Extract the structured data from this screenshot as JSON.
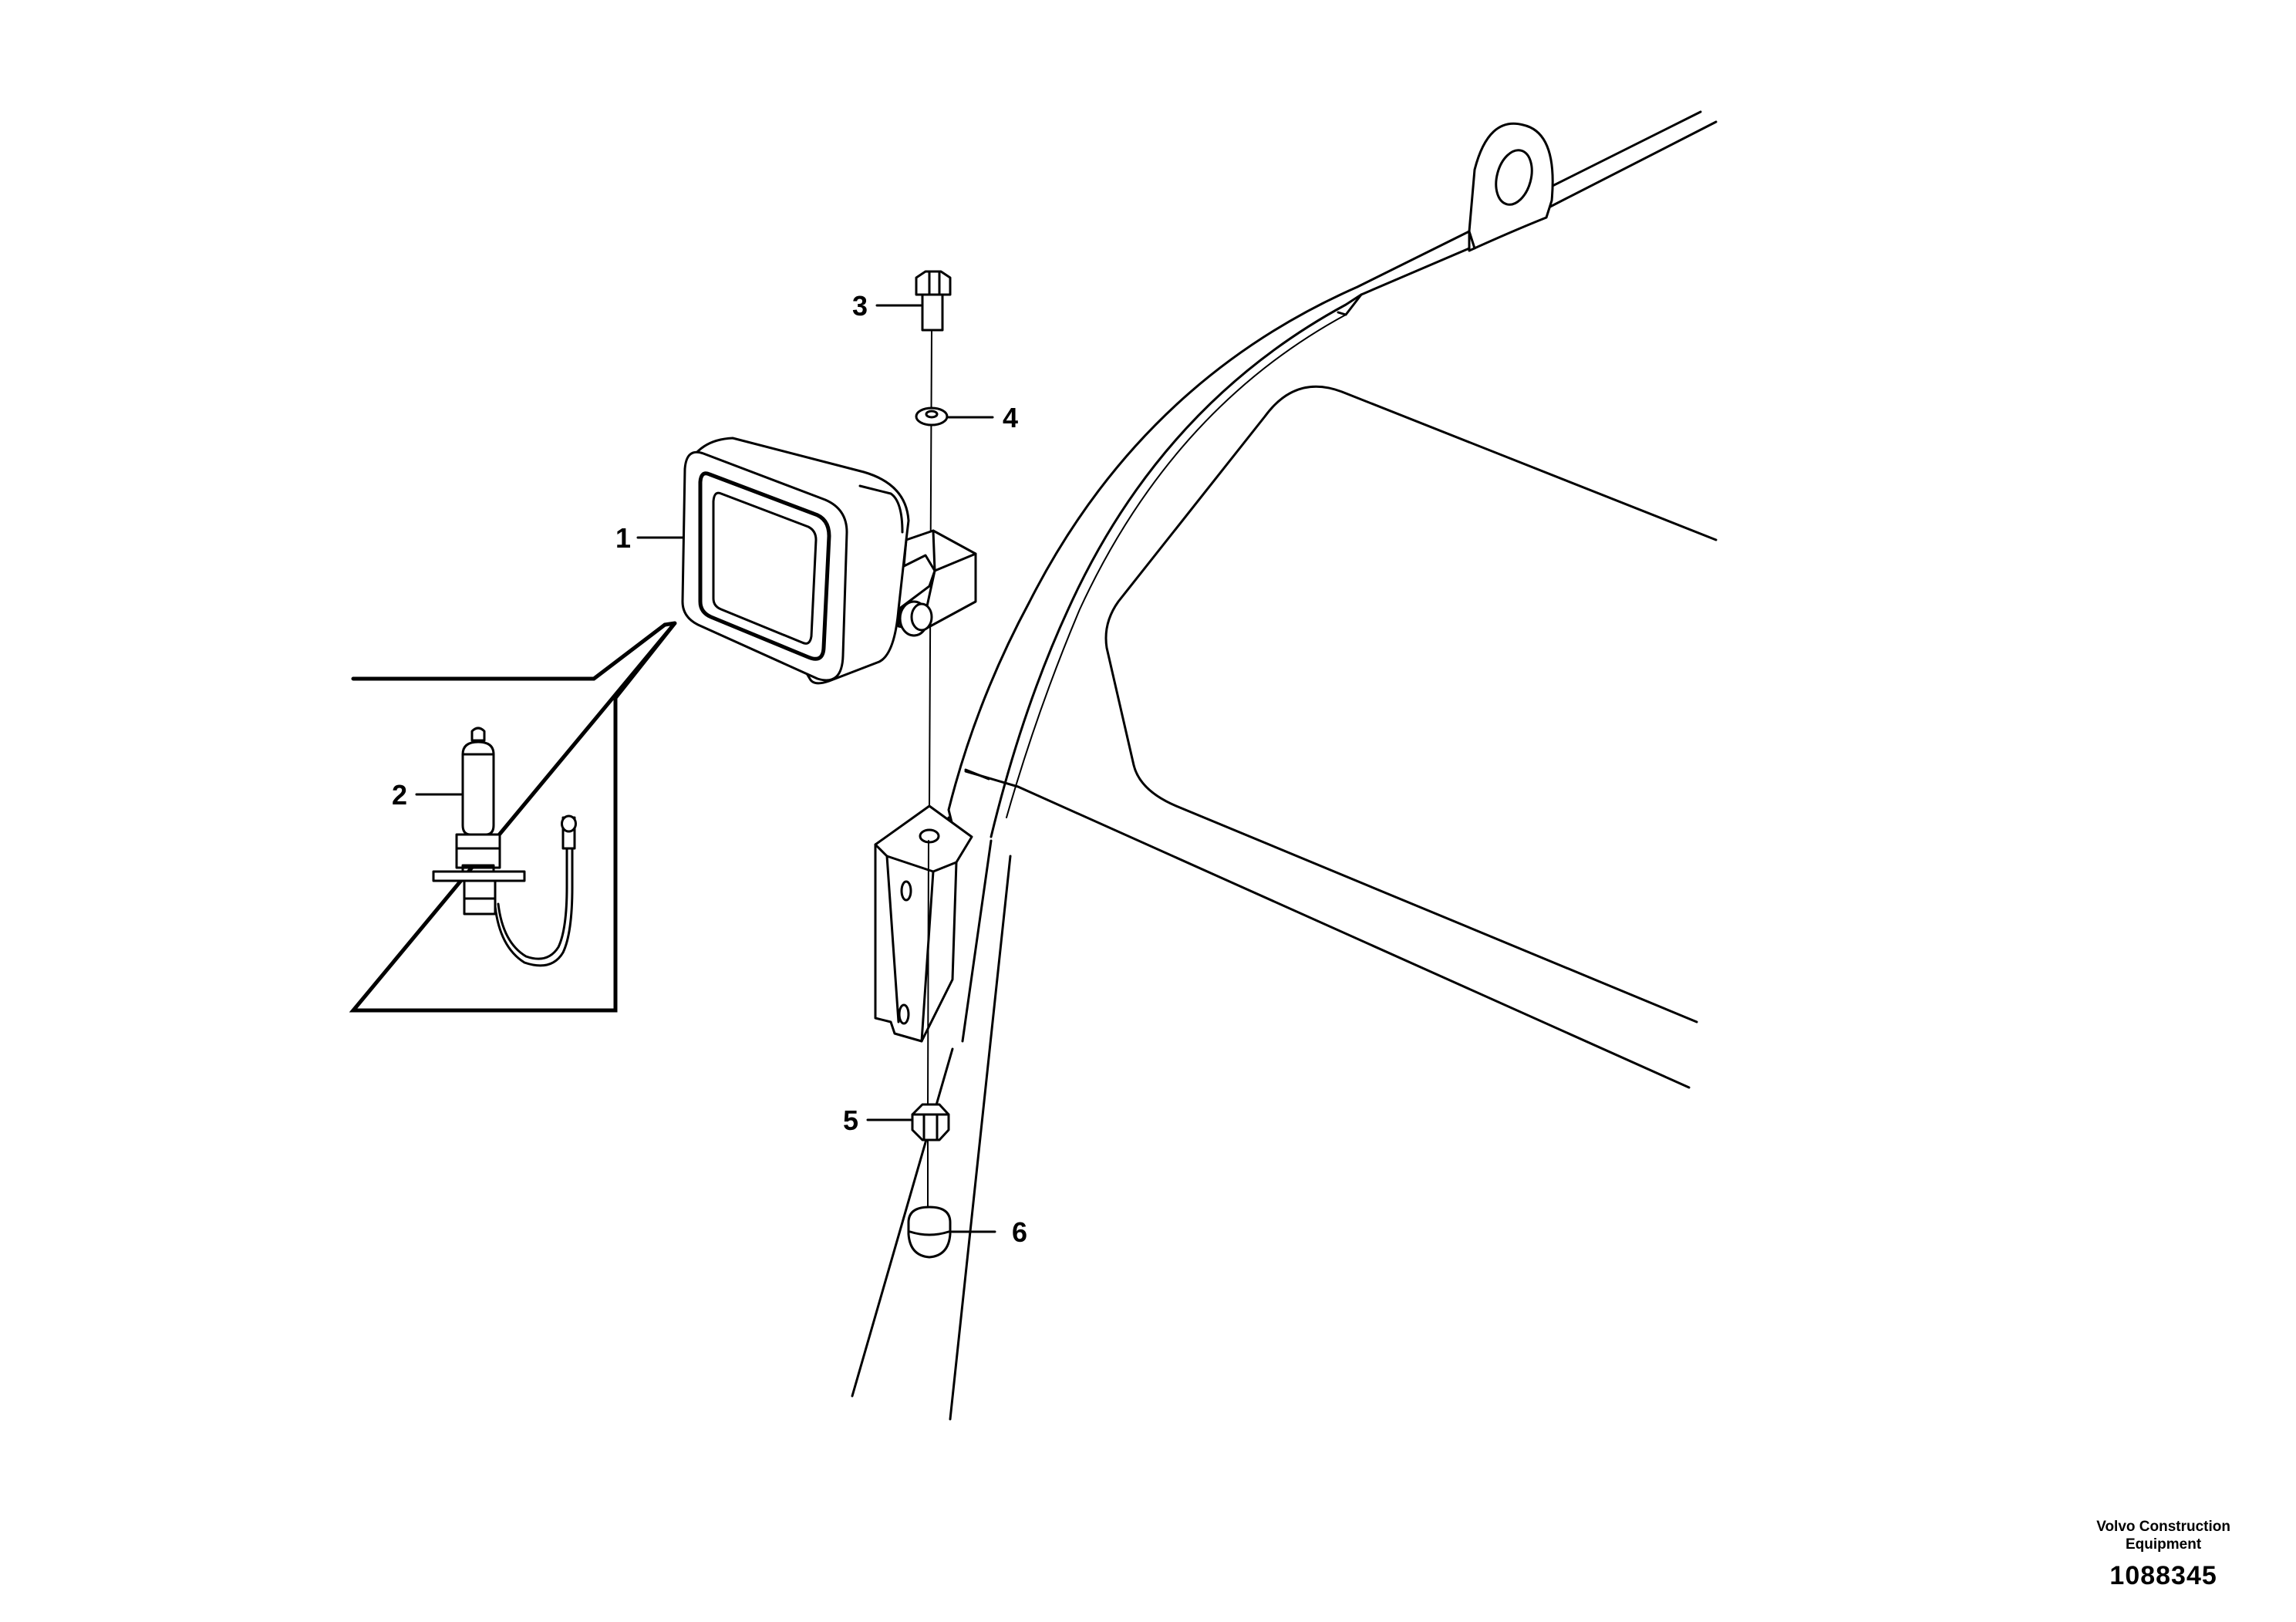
{
  "callouts": [
    {
      "id": "1",
      "label": "1"
    },
    {
      "id": "2",
      "label": "2"
    },
    {
      "id": "3",
      "label": "3"
    },
    {
      "id": "4",
      "label": "4"
    },
    {
      "id": "5",
      "label": "5"
    },
    {
      "id": "6",
      "label": "6"
    }
  ],
  "footer": {
    "manufacturer_line1": "Volvo Construction",
    "manufacturer_line2": "Equipment",
    "document_number": "1088345"
  }
}
